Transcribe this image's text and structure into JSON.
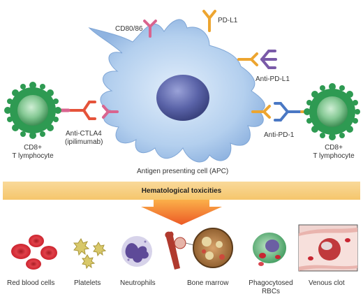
{
  "top": {
    "cd80_label": "CD80/86",
    "pdl1_label": "PD-L1",
    "anti_pdl1_label": "Anti-PD-L1",
    "anti_ctla4_label": "Anti-CTLA4",
    "anti_ctla4_sub": "(ipilimumab)",
    "anti_pd1_label": "Anti-PD-1",
    "apc_label": "Antigen presenting cell (APC)",
    "left_tcell_line1": "CD8+",
    "left_tcell_line2": "T lymphocyte",
    "right_tcell_line1": "CD8+",
    "right_tcell_line2": "T lymphocyte"
  },
  "band": {
    "title": "Hematological toxicities"
  },
  "bottom": {
    "items": [
      {
        "label": "Red blood cells"
      },
      {
        "label": "Platelets"
      },
      {
        "label": "Neutrophils"
      },
      {
        "label": "Bone marrow"
      },
      {
        "label": "Phagocytosed",
        "label2": "RBCs"
      },
      {
        "label": "Venous clot"
      }
    ]
  },
  "colors": {
    "tcell": "#2e9a52",
    "apc": "#a9c8ec",
    "nucleus": "#5a63a8",
    "cd80": "#d9648f",
    "pdl1": "#eda530",
    "anti_pdl1": "#7a5aa8",
    "anti_ctla4": "#e5533a",
    "anti_pd1": "#4a78c4",
    "band": "#f5c66c",
    "arrow": "#ee6a2a"
  }
}
